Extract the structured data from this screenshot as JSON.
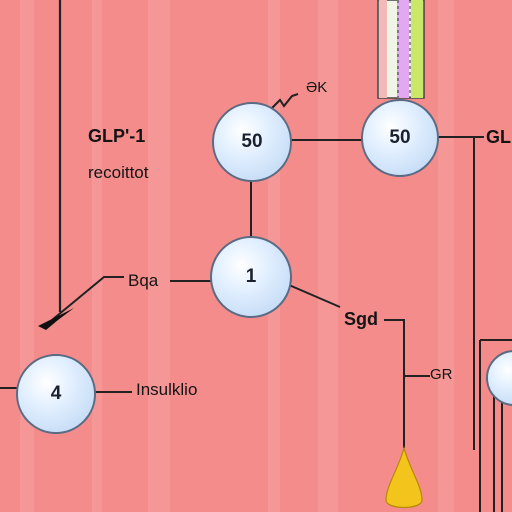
{
  "diagram": {
    "colors": {
      "background": "#f48c8c",
      "line": "#222222",
      "node_border": "#5a6b83",
      "node_fill": "#cfe2f8"
    },
    "nodes": {
      "top_left": {
        "value": "50"
      },
      "top_right": {
        "value": "50"
      },
      "center": {
        "value": "1"
      },
      "bottom_left": {
        "value": "4"
      }
    },
    "labels": {
      "glp1": "GLP'-1",
      "receptor": "recoittot",
      "bk": "ƏK",
      "gl_right": "GL",
      "bqa": "Bqa",
      "sgd": "Sgd",
      "insulin": "Insulklio",
      "gr": "GR"
    }
  }
}
